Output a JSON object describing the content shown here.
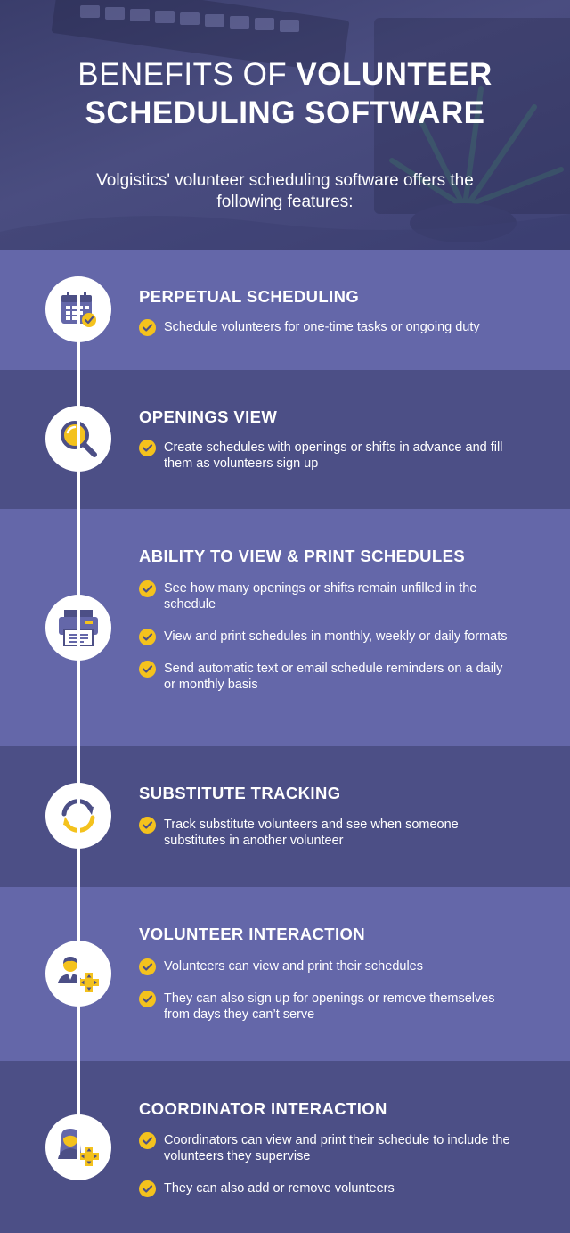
{
  "header": {
    "title_light": "BENEFITS OF ",
    "title_bold_1": "VOLUNTEER",
    "title_bold_2": "SCHEDULING SOFTWARE",
    "subtitle": "Volgistics' volunteer scheduling software offers the following features:"
  },
  "colors": {
    "header_bg": "#3f4275",
    "section_light": "#6467a9",
    "section_dark": "#4c4f86",
    "accent_yellow": "#f4c21d",
    "timeline": "#ffffff"
  },
  "sections": [
    {
      "title": "PERPETUAL SCHEDULING",
      "icon": "calendar-icon",
      "items": [
        "Schedule volunteers for one-time tasks or ongoing duty"
      ]
    },
    {
      "title": "OPENINGS VIEW",
      "icon": "magnifier-icon",
      "items": [
        "Create schedules with openings or shifts in advance and fill them as volunteers sign up"
      ]
    },
    {
      "title": "ABILITY TO VIEW & PRINT SCHEDULES",
      "icon": "printer-icon",
      "items": [
        "See how many openings or shifts remain unfilled in the schedule",
        "View and print schedules in monthly, weekly or daily formats",
        "Send automatic text or email schedule reminders on a daily or monthly basis"
      ]
    },
    {
      "title": "SUBSTITUTE TRACKING",
      "icon": "refresh-icon",
      "items": [
        "Track substitute volunteers and see when someone substitutes in another volunteer"
      ]
    },
    {
      "title": "VOLUNTEER INTERACTION",
      "icon": "volunteer-icon",
      "items": [
        "Volunteers can view and print their schedules",
        "They can also sign up for openings or remove themselves from days they can’t serve"
      ]
    },
    {
      "title": "COORDINATOR INTERACTION",
      "icon": "coordinator-icon",
      "items": [
        "Coordinators can view and print their schedule to include the volunteers they supervise",
        "They can also add or remove volunteers"
      ]
    }
  ]
}
